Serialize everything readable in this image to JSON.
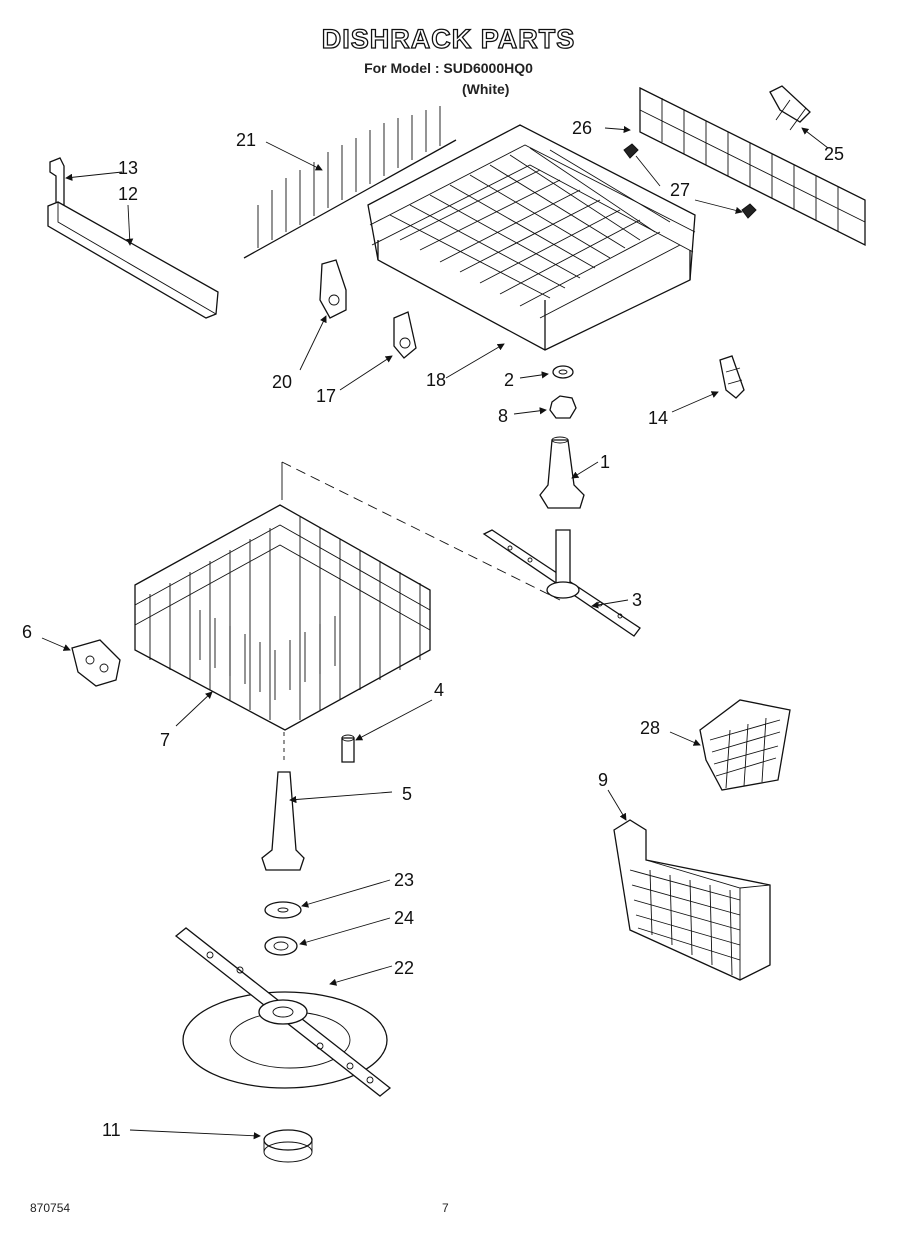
{
  "header": {
    "title": "DISHRACK PARTS",
    "model_line": "For Model : SUD6000HQ0",
    "color_line": "(White)"
  },
  "callouts": {
    "c1": "1",
    "c2": "2",
    "c3": "3",
    "c4": "4",
    "c5": "5",
    "c6": "6",
    "c7": "7",
    "c8": "8",
    "c9": "9",
    "c11": "11",
    "c12": "12",
    "c13": "13",
    "c14": "14",
    "c17": "17",
    "c18": "18",
    "c20": "20",
    "c21": "21",
    "c22": "22",
    "c23": "23",
    "c24": "24",
    "c25": "25",
    "c26": "26",
    "c27": "27",
    "c28": "28"
  },
  "footer": {
    "doc_number": "870754",
    "page_number": "7"
  },
  "icons": [
    "upper-rack-icon",
    "lower-rack-icon",
    "silverware-basket-icon",
    "spray-arm-icon"
  ]
}
